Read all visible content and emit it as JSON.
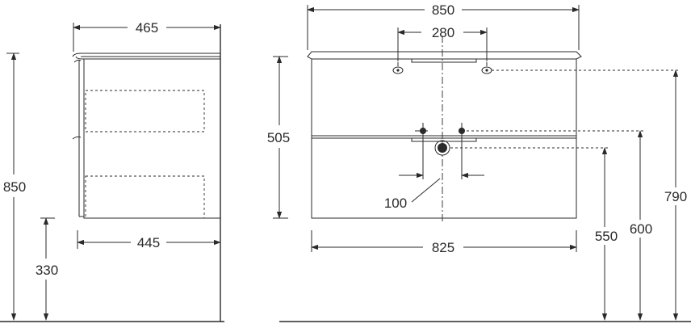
{
  "side_view": {
    "top_width": "465",
    "body_depth": "445",
    "total_height": "850",
    "floor_clearance": "330"
  },
  "front_view": {
    "total_width": "850",
    "tap_holes_spacing": "280",
    "drawer_height": "505",
    "waste_spacing": "100",
    "body_width": "825",
    "waste_height": "550",
    "pipes_height": "600",
    "top_height": "790"
  }
}
